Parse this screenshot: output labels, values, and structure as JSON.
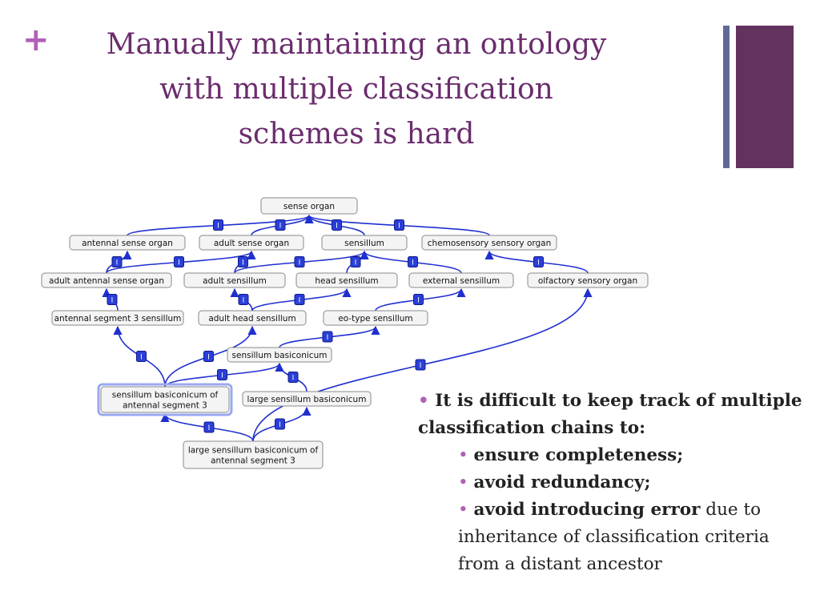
{
  "slide": {
    "plus": "+",
    "title_lines": [
      "Manually maintaining an ontology",
      "with multiple classification",
      "schemes is hard"
    ]
  },
  "diagram": {
    "edge_marker": "I",
    "nodes": [
      {
        "id": "sense_organ",
        "label": [
          "sense organ"
        ]
      },
      {
        "id": "antennal_sense_organ",
        "label": [
          "antennal sense organ"
        ]
      },
      {
        "id": "adult_sense_organ",
        "label": [
          "adult sense organ"
        ]
      },
      {
        "id": "sensillum",
        "label": [
          "sensillum"
        ]
      },
      {
        "id": "chemosensory_sensory_organ",
        "label": [
          "chemosensory sensory organ"
        ]
      },
      {
        "id": "adult_antennal_sense_organ",
        "label": [
          "adult antennal sense organ"
        ]
      },
      {
        "id": "adult_sensillum",
        "label": [
          "adult sensillum"
        ]
      },
      {
        "id": "head_sensillum",
        "label": [
          "head sensillum"
        ]
      },
      {
        "id": "external_sensillum",
        "label": [
          "external sensillum"
        ]
      },
      {
        "id": "olfactory_sensory_organ",
        "label": [
          "olfactory sensory organ"
        ]
      },
      {
        "id": "antennal_segment_3_sensillum",
        "label": [
          "antennal segment 3 sensillum"
        ]
      },
      {
        "id": "adult_head_sensillum",
        "label": [
          "adult head sensillum"
        ]
      },
      {
        "id": "eo_type_sensillum",
        "label": [
          "eo-type sensillum"
        ]
      },
      {
        "id": "sensillum_basiconicum",
        "label": [
          "sensillum basiconicum"
        ]
      },
      {
        "id": "sb_antennal_segment_3",
        "label": [
          "sensillum basiconicum of",
          "antennal segment 3"
        ],
        "highlight": true
      },
      {
        "id": "large_sensillum_basiconicum",
        "label": [
          "large sensillum basiconicum"
        ]
      },
      {
        "id": "large_sb_antennal_segment_3",
        "label": [
          "large sensillum basiconicum of",
          "antennal segment 3"
        ]
      }
    ]
  },
  "bullets": {
    "main": "It is difficult to keep track of multiple classification chains to:",
    "items": [
      {
        "bold": "ensure completeness;",
        "rest": ""
      },
      {
        "bold": "avoid redundancy;",
        "rest": ""
      },
      {
        "bold": "avoid introducing error",
        "rest": " due to inheritance of classification criteria from a distant ancestor"
      }
    ],
    "bullet_glyph": "•"
  }
}
